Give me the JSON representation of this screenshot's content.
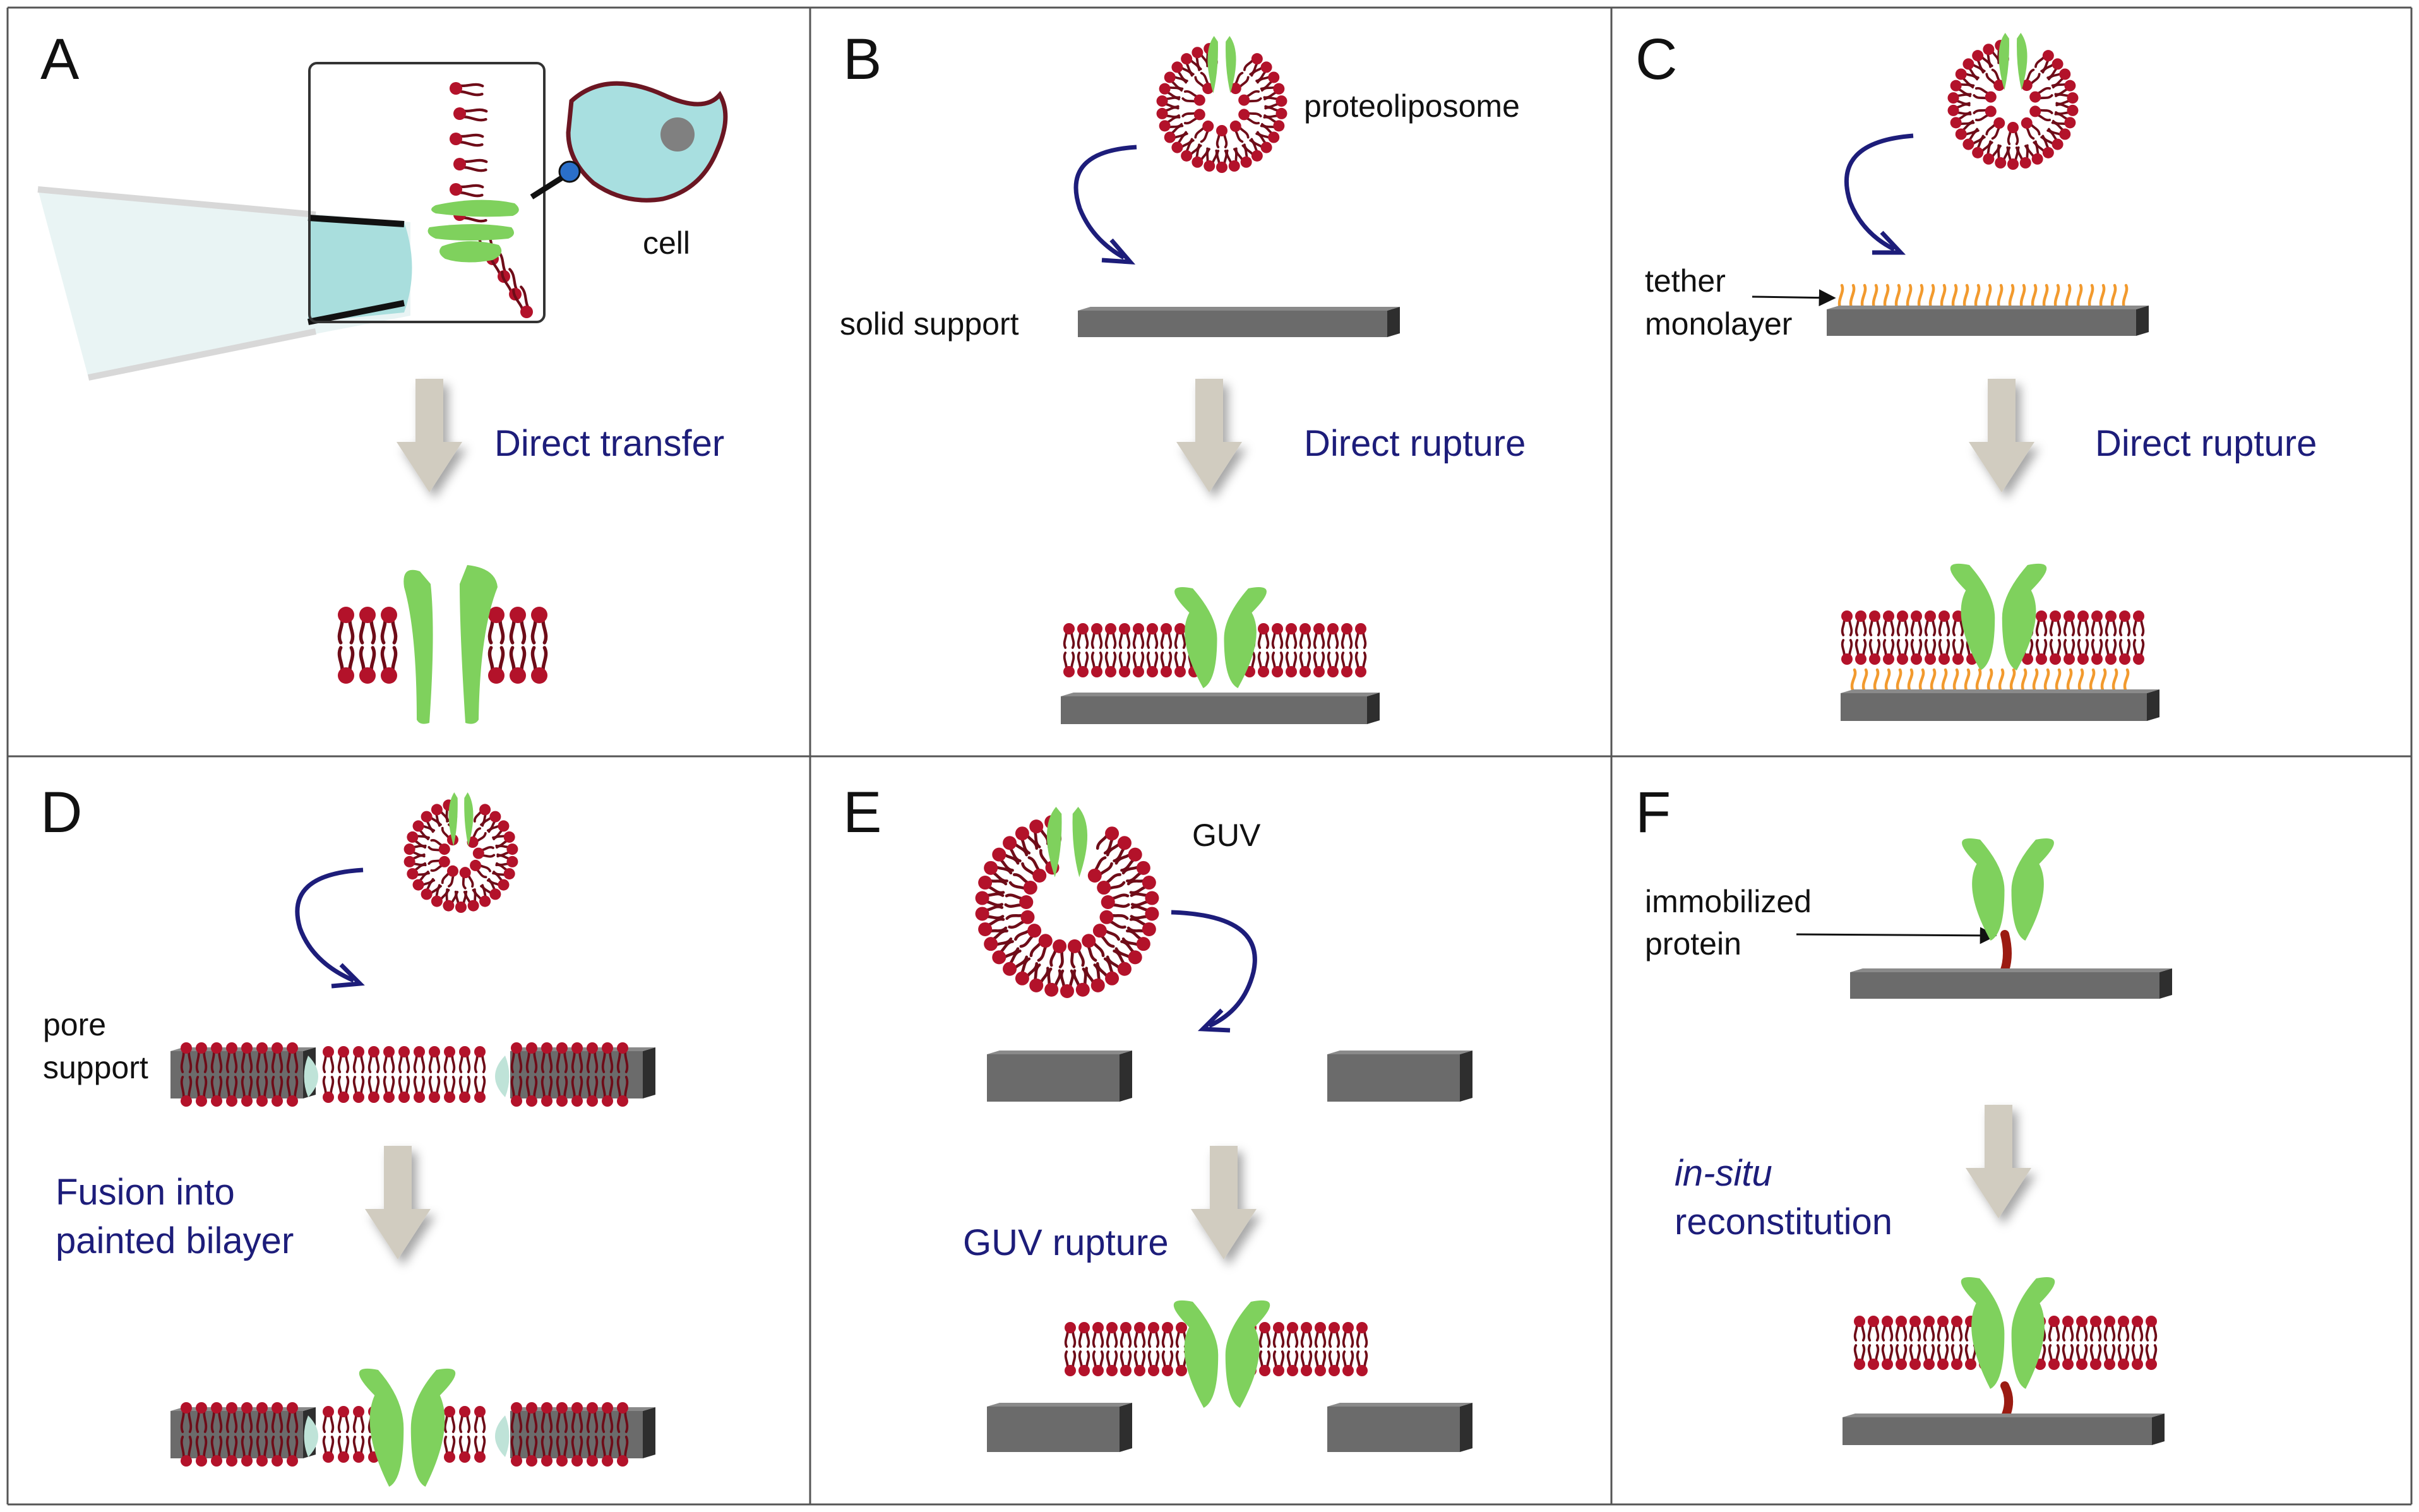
{
  "panels": [
    {
      "letter": "A",
      "labels": [
        "cell"
      ],
      "method": [
        "Direct transfer"
      ]
    },
    {
      "letter": "B",
      "labels": [
        "proteoliposome",
        "solid support"
      ],
      "method": [
        "Direct rupture"
      ]
    },
    {
      "letter": "C",
      "labels": [
        "tether",
        "monolayer"
      ],
      "method": [
        "Direct rupture"
      ]
    },
    {
      "letter": "D",
      "labels": [
        "pore",
        "support"
      ],
      "method": [
        "Fusion into",
        "painted bilayer"
      ]
    },
    {
      "letter": "E",
      "labels": [
        "GUV"
      ],
      "method": [
        "GUV rupture"
      ]
    },
    {
      "letter": "F",
      "labels": [
        "immobilized",
        "protein"
      ],
      "method_italic": "in-situ",
      "method": [
        "reconstitution"
      ]
    }
  ],
  "colors": {
    "lipid_head": "#b3122a",
    "lipid_tail": "#6e0c18",
    "protein": "#7fd15d",
    "support_face": "#6b6b6b",
    "support_side": "#2e2e2e",
    "tether": "#f29a2e",
    "cell_fill": "#a8dfe0",
    "cell_edge": "#6b1622",
    "arrow_curve": "#1d1d7a",
    "block_arrow": "#d1ccc0",
    "method_text": "#1d1d7a"
  }
}
